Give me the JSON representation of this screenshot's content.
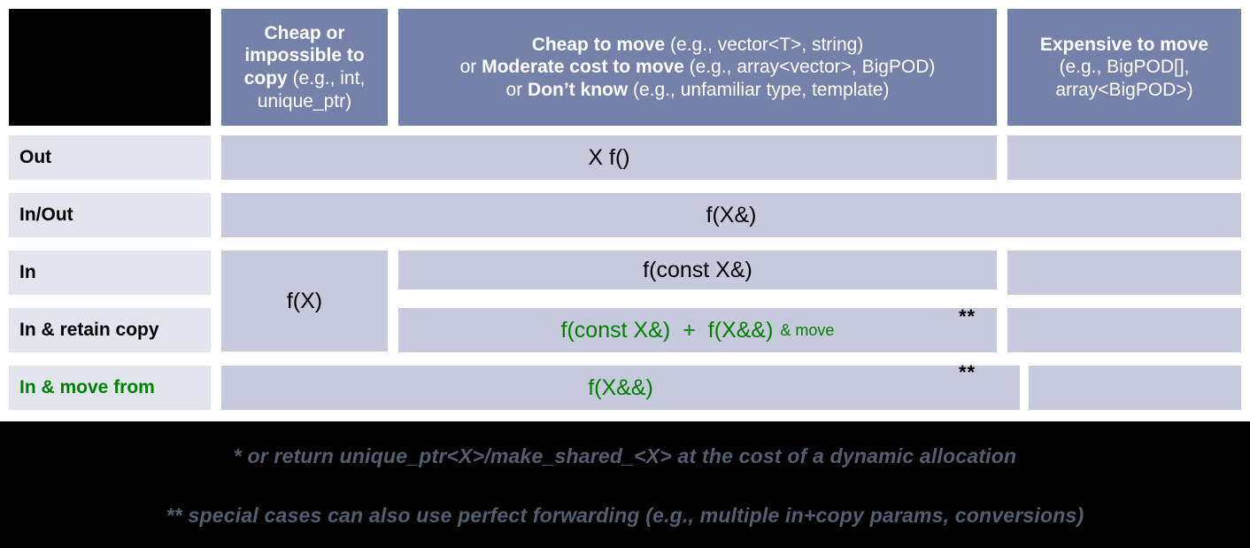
{
  "title": "C++ parameter passing / return guidance matrix",
  "colors": {
    "header_fill": "#7681aa",
    "body_fill": "#c6cadc",
    "rowlabel_fill": "#e2e5ee",
    "background": "#000000",
    "accent_green": "#008000",
    "footnote_text": "#555e6e"
  },
  "header": {
    "corner": "",
    "columns": [
      {
        "id": "cheap-or-impossible-to-copy",
        "strong1": "Cheap or impossible to copy",
        "eg1": " (e.g., int, unique_ptr)",
        "line2": "",
        "line3": ""
      },
      {
        "id": "cheap-to-move",
        "strong1": "Cheap to move",
        "eg1": " (e.g., vector<T>, string)",
        "or2": "or ",
        "strong2": "Moderate cost to move",
        "eg2": " (e.g., array<vector>, BigPOD)",
        "or3": "or ",
        "strong3": "Don’t know",
        "eg3": " (e.g., unfamiliar type, template)"
      },
      {
        "id": "expensive-to-move",
        "strong1": "Expensive to move",
        "eg1": "(e.g., BigPOD[], array<BigPOD>)"
      }
    ]
  },
  "rows": [
    {
      "id": "out",
      "label": "Out",
      "green": false
    },
    {
      "id": "in-out",
      "label": "In/Out",
      "green": false
    },
    {
      "id": "in",
      "label": "In",
      "green": false
    },
    {
      "id": "in-retain-copy",
      "label": "In & retain copy",
      "green": false
    },
    {
      "id": "in-move-from",
      "label": "In & move from",
      "green": true
    }
  ],
  "cells": {
    "out_main": "X f()",
    "in_out_main": "f(X&)",
    "in_cheap_copy": "f(X)",
    "in_main": "f(const X&)",
    "retain_part1": "f(const X&)",
    "retain_plus": "+",
    "retain_part2": "f(X&&)",
    "retain_part2_suffix": "& move",
    "move_from_main": "f(X&&)",
    "stars_retain": "**",
    "stars_move": "**"
  },
  "footnotes": [
    "* or return unique_ptr<X>/make_shared_<X> at the cost of a dynamic allocation",
    "** special cases can also use perfect forwarding (e.g., multiple in+copy params, conversions)"
  ]
}
